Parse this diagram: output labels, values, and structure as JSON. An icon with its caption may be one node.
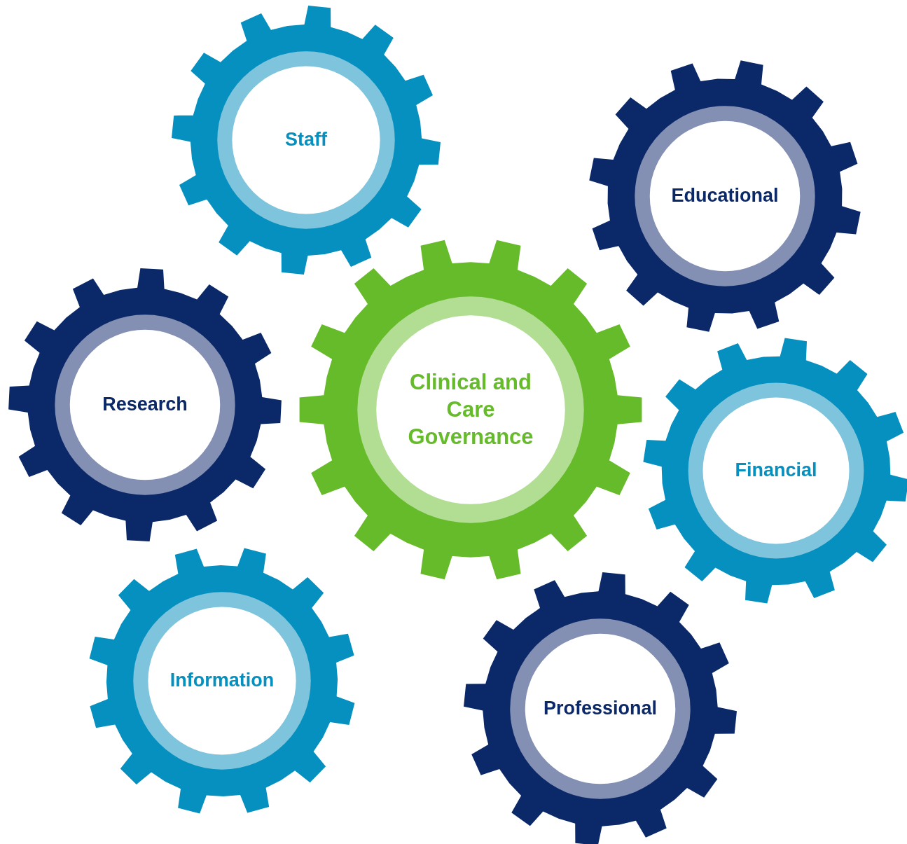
{
  "diagram": {
    "nodes": [
      {
        "text": [
          "Staff"
        ]
      },
      {
        "text": [
          "Educational"
        ]
      },
      {
        "text": [
          "Research"
        ]
      },
      {
        "text": [
          "Clinical and Care Governance"
        ]
      },
      {
        "text": [
          "Financial"
        ]
      },
      {
        "text": [
          "Information"
        ]
      },
      {
        "text": [
          "Professional"
        ]
      }
    ]
  }
}
